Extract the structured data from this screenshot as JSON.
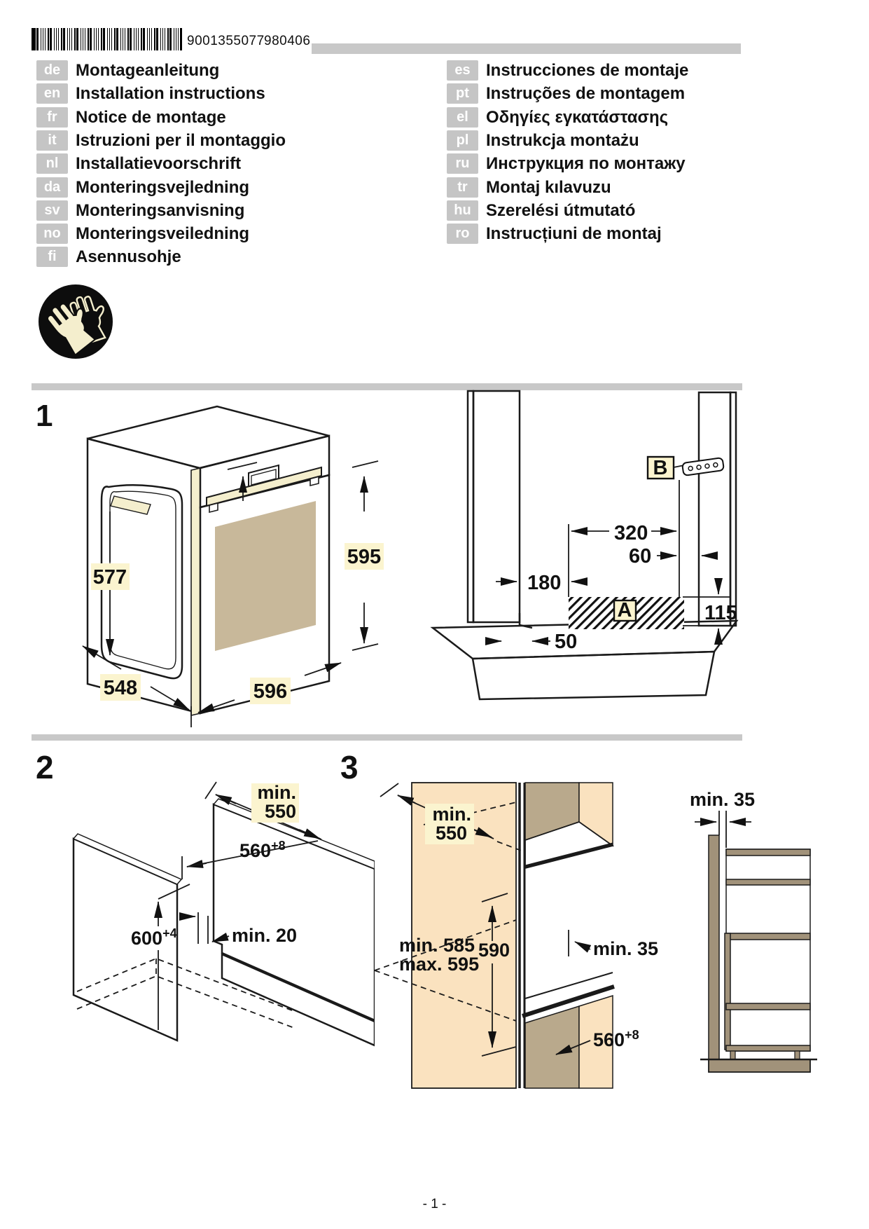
{
  "header": {
    "barcode_number": "9001355077",
    "barcode_date": "980406"
  },
  "languages_left": [
    {
      "code": "de",
      "title": "Montageanleitung"
    },
    {
      "code": "en",
      "title": "Installation instructions"
    },
    {
      "code": "fr",
      "title": "Notice de montage"
    },
    {
      "code": "it",
      "title": "Istruzioni per il montaggio"
    },
    {
      "code": "nl",
      "title": "Installatievoorschrift"
    },
    {
      "code": "da",
      "title": "Monteringsvejledning"
    },
    {
      "code": "sv",
      "title": "Monteringsanvisning"
    },
    {
      "code": "no",
      "title": "Monteringsveiledning"
    },
    {
      "code": "fi",
      "title": "Asennusohje"
    }
  ],
  "languages_right": [
    {
      "code": "es",
      "title": "Instrucciones de montaje"
    },
    {
      "code": "pt",
      "title": "Instruções de montagem"
    },
    {
      "code": "el",
      "title": "Οδηγίες εγκατάστασης"
    },
    {
      "code": "pl",
      "title": "Instrukcja montażu"
    },
    {
      "code": "ru",
      "title": "Инструкция по монтажу"
    },
    {
      "code": "tr",
      "title": "Montaj kılavuzu"
    },
    {
      "code": "hu",
      "title": "Szerelési útmutató"
    },
    {
      "code": "ro",
      "title": "Instrucțiuni de montaj"
    }
  ],
  "figure1": {
    "number": "1",
    "dims": {
      "height": "595",
      "door_height": "577",
      "depth": "548",
      "width": "596",
      "niche_back": "320",
      "niche_gap": "60",
      "niche_left": "180",
      "niche_bottom": "115",
      "niche_step": "50"
    },
    "callouts": {
      "a": "A",
      "b": "B"
    }
  },
  "figure2": {
    "number": "2",
    "dims": {
      "depth_label": "min.",
      "depth_value": "550",
      "width_value": "560",
      "width_tol": "+8",
      "height_value": "600",
      "height_tol": "+4",
      "rear_gap": "min. 20"
    }
  },
  "figure3": {
    "number": "3",
    "dims": {
      "depth_label": "min.",
      "depth_value": "550",
      "niche_min": "min. 585",
      "niche_max": "max. 595",
      "height": "590",
      "side_clearance": "min. 35",
      "wall_clearance": "min. 35",
      "width_value": "560",
      "width_tol": "+8"
    }
  },
  "footer": {
    "page_number": "- 1 -"
  },
  "colors": {
    "panel_tan": "#e8d2ac",
    "panel_peach": "#fae2bf",
    "panel_dark": "#b9a98c",
    "side_brown": "#a1927a",
    "label_bg": "#fbf4cf",
    "divider_gray": "#c8c8c8",
    "badge_gray": "#c5c5c5",
    "oven_door": "#ae9e85",
    "oven_glass": "#c8b89a",
    "handle_cream": "#f4eecd"
  }
}
